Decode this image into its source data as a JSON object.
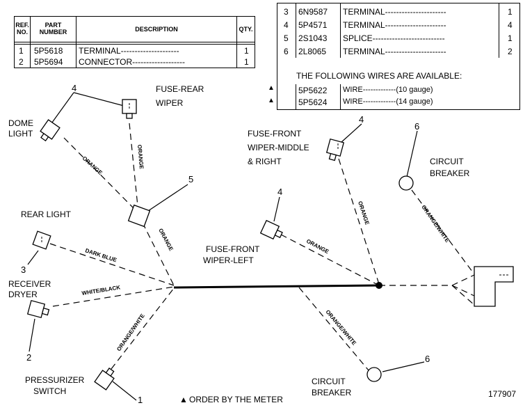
{
  "parts_table_left": {
    "headers": {
      "ref": "REF. NO.",
      "part": "PART NUMBER",
      "desc": "DESCRIPTION",
      "qty": "QTY."
    },
    "rows": [
      {
        "ref": "1",
        "part": "5P5618",
        "desc": "TERMINAL---------------------",
        "qty": "1"
      },
      {
        "ref": "2",
        "part": "5P5694",
        "desc": "CONNECTOR-------------------",
        "qty": "1"
      }
    ]
  },
  "parts_table_right": {
    "rows": [
      {
        "ref": "3",
        "part": "6N9587",
        "desc": "TERMINAL----------------------",
        "qty": "1"
      },
      {
        "ref": "4",
        "part": "5P4571",
        "desc": "TERMINAL----------------------",
        "qty": "4"
      },
      {
        "ref": "5",
        "part": "2S1043",
        "desc": "SPLICE--------------------------",
        "qty": "1"
      },
      {
        "ref": "6",
        "part": "2L8065",
        "desc": "TERMINAL----------------------",
        "qty": "2"
      }
    ],
    "wires_note": "THE FOLLOWING WIRES ARE AVAILABLE:",
    "wires": [
      {
        "marker": "▲",
        "part": "5P5622",
        "desc": "WIRE-------------(10 gauge)"
      },
      {
        "marker": "▲",
        "part": "5P5624",
        "desc": "WIRE-------------(14 gauge)"
      }
    ]
  },
  "components": {
    "dome_light": [
      "DOME",
      "LIGHT"
    ],
    "fuse_rear_wiper": [
      "FUSE-REAR",
      "WIPER"
    ],
    "rear_light": "REAR LIGHT",
    "receiver_dryer": [
      "RECEIVER",
      "DRYER"
    ],
    "pressurizer_switch": [
      "PRESSURIZER",
      "SWITCH"
    ],
    "fuse_front_wiper_left": [
      "FUSE-FRONT",
      "WIPER-LEFT"
    ],
    "fuse_front_wiper_middle_right": [
      "FUSE-FRONT",
      "WIPER-MIDDLE",
      "& RIGHT"
    ],
    "circuit_breaker_top": [
      "CIRCUIT",
      "BREAKER"
    ],
    "circuit_breaker_bottom": [
      "CIRCUIT",
      "BREAKER"
    ]
  },
  "callouts": {
    "n4_top_left": "4",
    "n5": "5",
    "n3": "3",
    "n2": "2",
    "n1": "1",
    "n4_mid": "4",
    "n4_right": "4",
    "n6_top": "6",
    "n6_bottom": "6"
  },
  "wire_labels": {
    "dome": "ORANGE",
    "fuse_rear": "ORANGE",
    "splice_lower": "ORANGE",
    "rear_light": "DARK BLUE",
    "receiver": "WHITE/BLACK",
    "pressurizer": "ORANGE/WHITE",
    "front_left": "ORANGE",
    "front_middle": "ORANGE",
    "breaker_top": "ORANGE/WHITE",
    "breaker_bottom": "ORANGE/WHITE"
  },
  "footer": {
    "note_marker": "▲",
    "note": "ORDER BY THE METER",
    "figure_number": "177907"
  }
}
